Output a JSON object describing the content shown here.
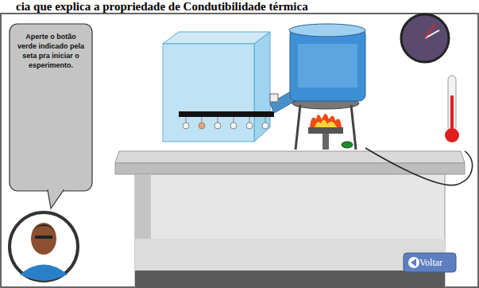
{
  "diagram": {
    "nodes": [
      {
        "text": [
          "Aperte o botão verde indicado pela seta pra iniciar o esperimento."
        ]
      },
      {
        "text": [
          "Voltar"
        ]
      }
    ],
    "labels": [
      "cia que explica a propriedade de Condutibilidade térmica"
    ]
  }
}
